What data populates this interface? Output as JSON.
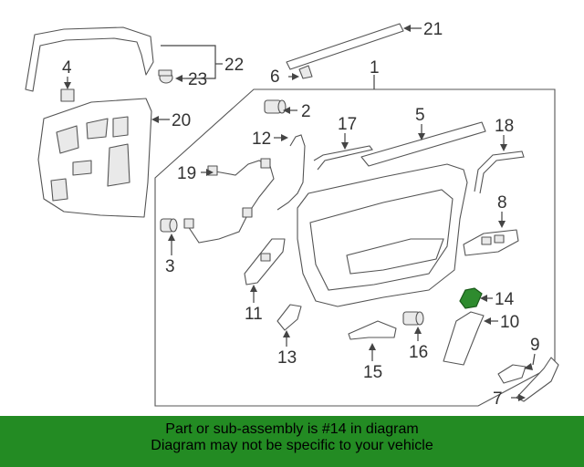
{
  "diagram": {
    "callouts": [
      "1",
      "2",
      "3",
      "4",
      "5",
      "6",
      "7",
      "8",
      "9",
      "10",
      "11",
      "12",
      "13",
      "14",
      "15",
      "16",
      "17",
      "18",
      "19",
      "20",
      "21",
      "22",
      "23"
    ],
    "highlight_color": "#2e8b2e"
  },
  "footer": {
    "line1": "Part or sub-assembly is #14 in diagram",
    "line2": "Diagram may not be specific to your vehicle",
    "background_color": "#238b23"
  }
}
